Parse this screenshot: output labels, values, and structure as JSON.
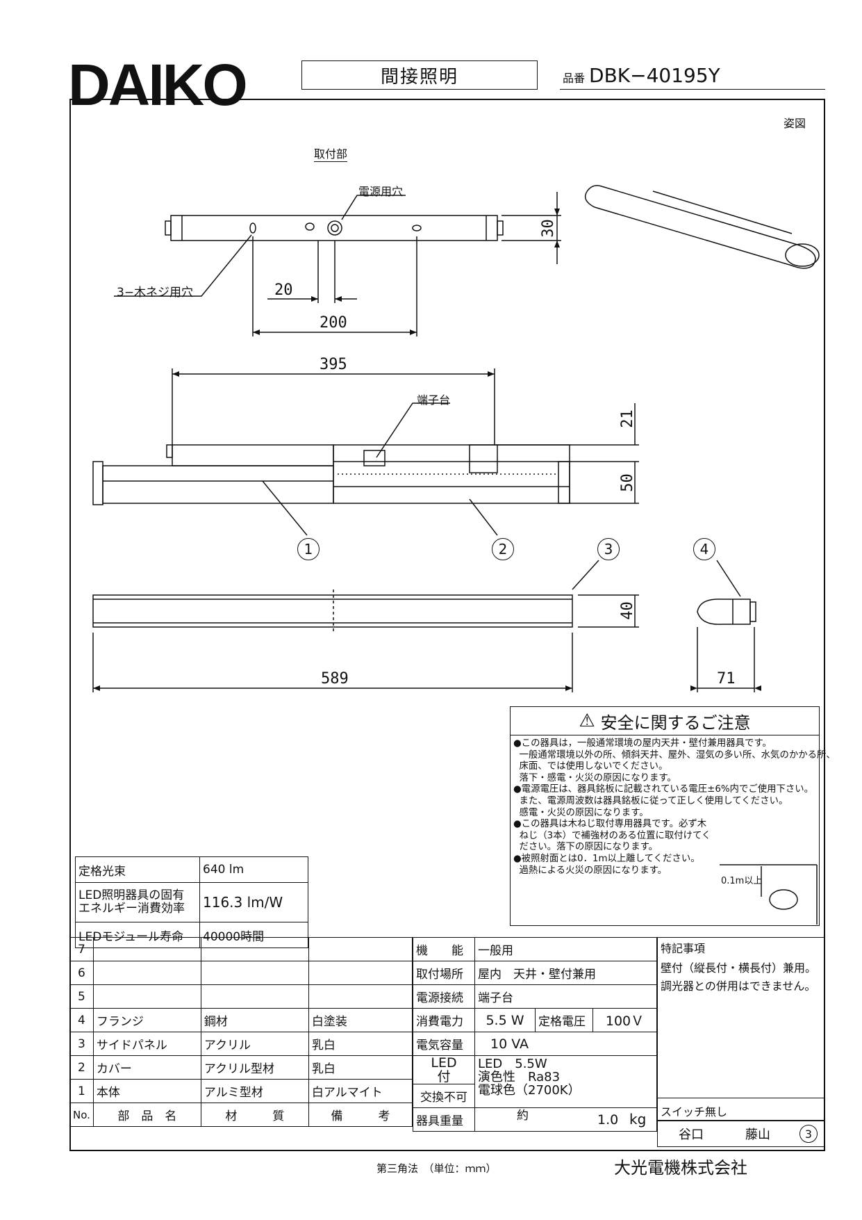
{
  "header": {
    "logo": "DAIKO",
    "title": "間接照明",
    "part_number_label": "品番",
    "part_number": "DBK−40195Y"
  },
  "drawing": {
    "view_label": "姿図",
    "mounting_label": "取付部",
    "power_hole_label": "電源用穴",
    "screw_hole_label": "3−木ネジ用穴",
    "terminal_label": "端子台",
    "dims": {
      "d20": "20",
      "d200": "200",
      "d30": "30",
      "d395": "395",
      "d21": "21",
      "d50": "50",
      "d40": "40",
      "d589": "589",
      "d71": "71"
    },
    "callouts": [
      "1",
      "2",
      "3",
      "4"
    ],
    "distance_label": "0.1m以上"
  },
  "safety": {
    "title": "安全に関するご注意",
    "lines": [
      "●この器具は，一般通常環境の屋内天井・壁付兼用器具です。",
      "  一般通常環境以外の所、傾斜天井、屋外、湿気の多い所、水気のかかる所、",
      "  床面、では使用しないでください。",
      "  落下・感電・火災の原因になります。",
      "●電源電圧は、器具銘板に記載されている電圧±6%内でご使用下さい。",
      "  また、電源周波数は器具銘板に従って正しく使用してください。",
      "  感電・火災の原因になります。",
      "●この器具は木ねじ取付専用器具です。必ず木",
      "  ねじ（3本）で補強材のある位置に取付けてく",
      "  ださい。落下の原因になります。",
      "●被照射面とは0．1m以上離してください。",
      "  過熱による火災の原因になります。"
    ]
  },
  "spec_box": {
    "rows": [
      {
        "label": "定格光束",
        "value": "640 lm"
      },
      {
        "label": "LED照明器具の固有\nエネルギー消費効率",
        "value": "116.3 lm/W"
      },
      {
        "label": "LEDモジュール寿命",
        "value": "40000時間"
      }
    ]
  },
  "parts": {
    "header": {
      "no": "No.",
      "name": "部　品　名",
      "material": "材　　　質",
      "note": "備　　　考"
    },
    "rows": [
      {
        "no": "7",
        "name": "",
        "material": "",
        "note": ""
      },
      {
        "no": "6",
        "name": "",
        "material": "",
        "note": ""
      },
      {
        "no": "5",
        "name": "",
        "material": "",
        "note": ""
      },
      {
        "no": "4",
        "name": "フランジ",
        "material": "鋼材",
        "note": "白塗装"
      },
      {
        "no": "3",
        "name": "サイドパネル",
        "material": "アクリル",
        "note": "乳白"
      },
      {
        "no": "2",
        "name": "カバー",
        "material": "アクリル型材",
        "note": "乳白"
      },
      {
        "no": "1",
        "name": "本体",
        "material": "アルミ型材",
        "note": "白アルマイト"
      }
    ]
  },
  "specs": {
    "function_label": "機　　能",
    "function": "一般用",
    "mount_label": "取付場所",
    "mount": "屋内　天井・壁付兼用",
    "power_conn_label": "電源接続",
    "power_conn": "端子台",
    "consumption_label": "消費電力",
    "consumption": "5.5 W",
    "rated_voltage_label": "定格電圧",
    "rated_voltage": "100Ｖ",
    "capacity_label": "電気容量",
    "capacity": "10 VA",
    "led_label": "LED\n付",
    "led_line1": "LED　5.5W",
    "led_line2": "演色性　Ra83",
    "led_line3": "電球色（2700K）",
    "replace_label": "交換不可",
    "weight_label": "器具重量",
    "weight_prefix": "約",
    "weight": "1.0",
    "weight_unit": "kg"
  },
  "notes": {
    "title": "特記事項",
    "line1": "壁付（縦長付・横長付）兼用。",
    "line2": "調光器との併用はできません。",
    "switch": "スイッチ無し"
  },
  "signatures": {
    "a": "谷口",
    "b": "藤山",
    "rev": "3"
  },
  "footer": {
    "projection": "第三角法　（単位：ｍｍ）",
    "company": "大光電機株式会社"
  }
}
